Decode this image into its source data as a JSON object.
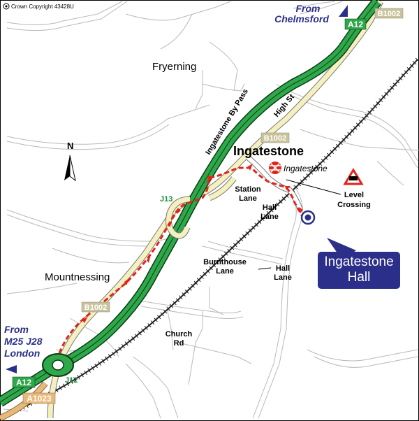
{
  "copyright": "Crown Copyright 43428U",
  "places": {
    "fryerning": "Fryerning",
    "ingatestone": "Ingatestone",
    "mountnessing": "Mountnessing"
  },
  "roads": {
    "a12": "A12",
    "b1002": "B1002",
    "a1023": "A1023",
    "by_pass": "Ingatestone By Pass",
    "high_st": "High St",
    "station_lane": [
      "Station",
      "Lane"
    ],
    "hall_lane_1": [
      "Hall",
      "Lane"
    ],
    "hall_lane_2": [
      "Hall",
      "Lane"
    ],
    "burnthouse_lane": [
      "Burnthouse",
      "Lane"
    ],
    "church_rd": [
      "Church",
      "Rd"
    ]
  },
  "junctions": {
    "j12": "J12",
    "j13": "J13"
  },
  "station": {
    "name": "Ingatestone"
  },
  "level_crossing": [
    "Level",
    "Crossing"
  ],
  "destination": [
    "Ingatestone",
    "Hall"
  ],
  "from_chelmsford": [
    "From",
    "Chelmsford"
  ],
  "from_m25": [
    "From",
    "M25 J28",
    "London"
  ],
  "north": "N",
  "colors": {
    "a12_green": "#2ea84a",
    "a12_dark": "#0b3a14",
    "b_road_fill": "#f5f0bf",
    "route_red": "#e2231a",
    "navy": "#2b2f8a",
    "a1023_tan": "#e8b97a"
  }
}
